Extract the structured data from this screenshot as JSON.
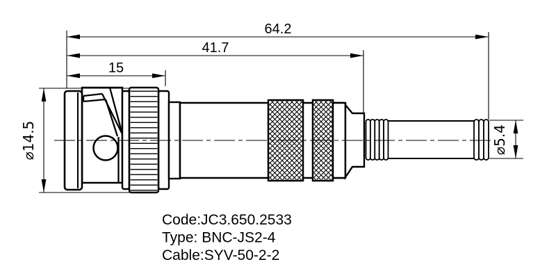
{
  "diagram": {
    "background": "#ffffff",
    "line_color": "#000000"
  },
  "dimensions": {
    "total_length": "64.2",
    "body_length": "41.7",
    "coupling_length": "15",
    "connector_diameter": "⌀14.5",
    "cable_diameter": "⌀5.4"
  },
  "notes": {
    "code": "Code:JC3.650.2533",
    "type": "Type: BNC-JS2-4",
    "cable": "Cable:SYV-50-2-2"
  }
}
